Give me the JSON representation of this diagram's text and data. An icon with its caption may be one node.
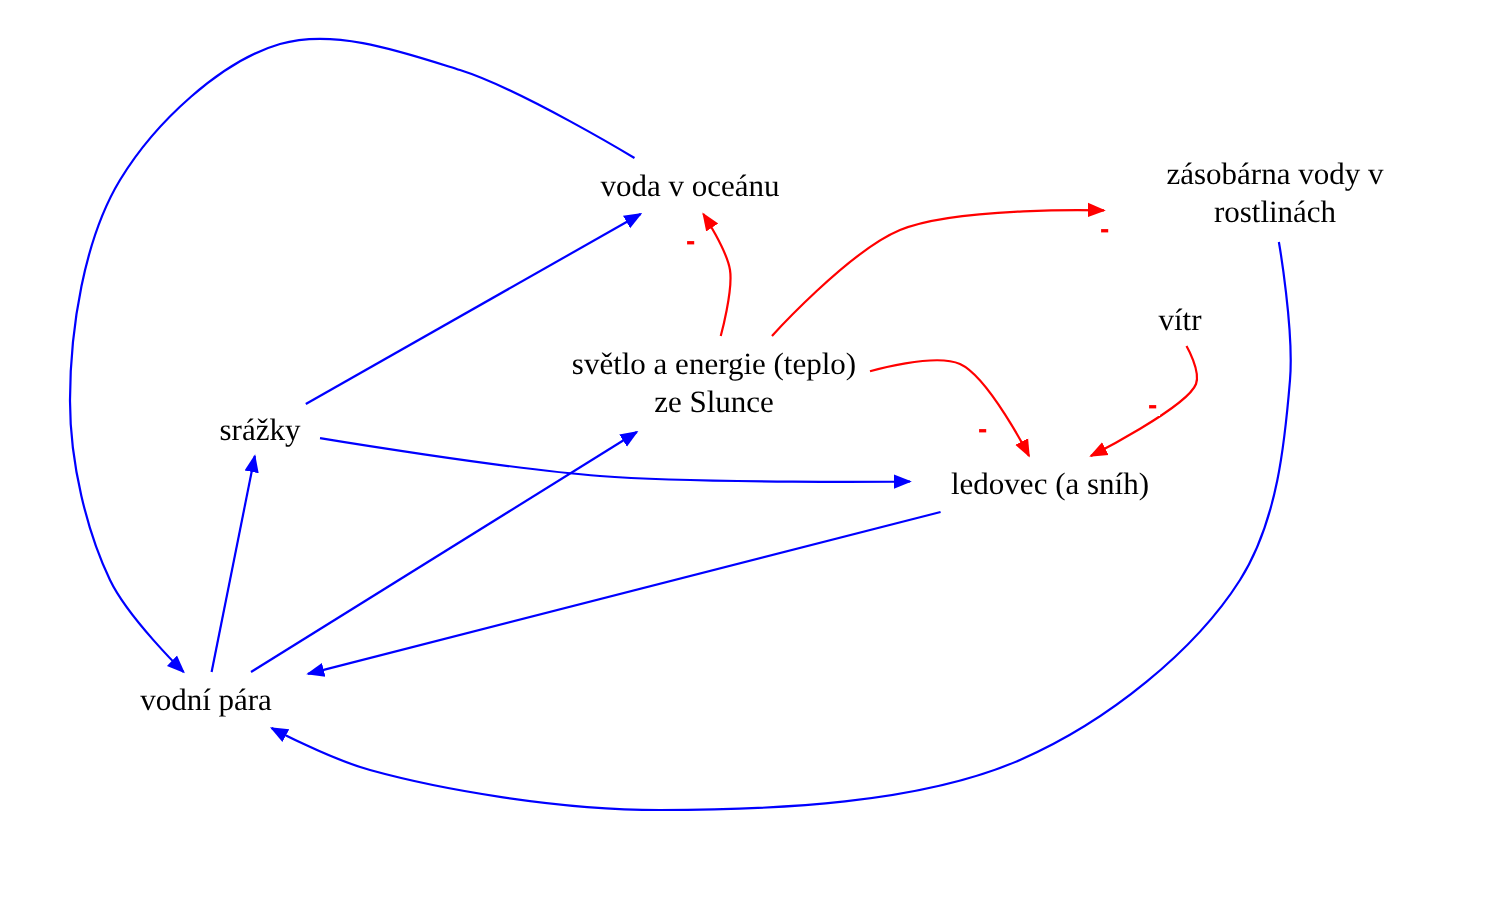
{
  "diagram": {
    "nodes": [
      {
        "text": [
          "voda v oceánu"
        ]
      },
      {
        "text": [
          "zásobárna vody v rostlinách"
        ]
      },
      {
        "text": [
          "vítr"
        ]
      },
      {
        "text": [
          "světlo a energie (teplo) ze Slunce"
        ]
      },
      {
        "text": [
          "srážky"
        ]
      },
      {
        "text": [
          "ledovec (a sníh)"
        ]
      },
      {
        "text": [
          "vodní pára"
        ]
      }
    ],
    "edges": [
      {
        "from": 0,
        "to": 6,
        "arrow": "to"
      },
      {
        "from": 4,
        "to": 0,
        "arrow": "to"
      },
      {
        "from": 4,
        "to": 5,
        "arrow": "to"
      },
      {
        "from": 6,
        "to": 4,
        "arrow": "to"
      },
      {
        "from": 6,
        "to": 3,
        "arrow": "to"
      },
      {
        "from": 5,
        "to": 6,
        "arrow": "to"
      },
      {
        "from": 1,
        "to": 6,
        "arrow": "to"
      },
      {
        "from": 3,
        "to": 0,
        "arrow": "to",
        "label": "-",
        "color": "#ff0000"
      },
      {
        "from": 3,
        "to": 1,
        "arrow": "to",
        "label": "-",
        "color": "#ff0000"
      },
      {
        "from": 3,
        "to": 5,
        "arrow": "to",
        "label": "-",
        "color": "#ff0000"
      },
      {
        "from": 2,
        "to": 5,
        "arrow": "to",
        "label": "-",
        "color": "#ff0000"
      }
    ]
  }
}
